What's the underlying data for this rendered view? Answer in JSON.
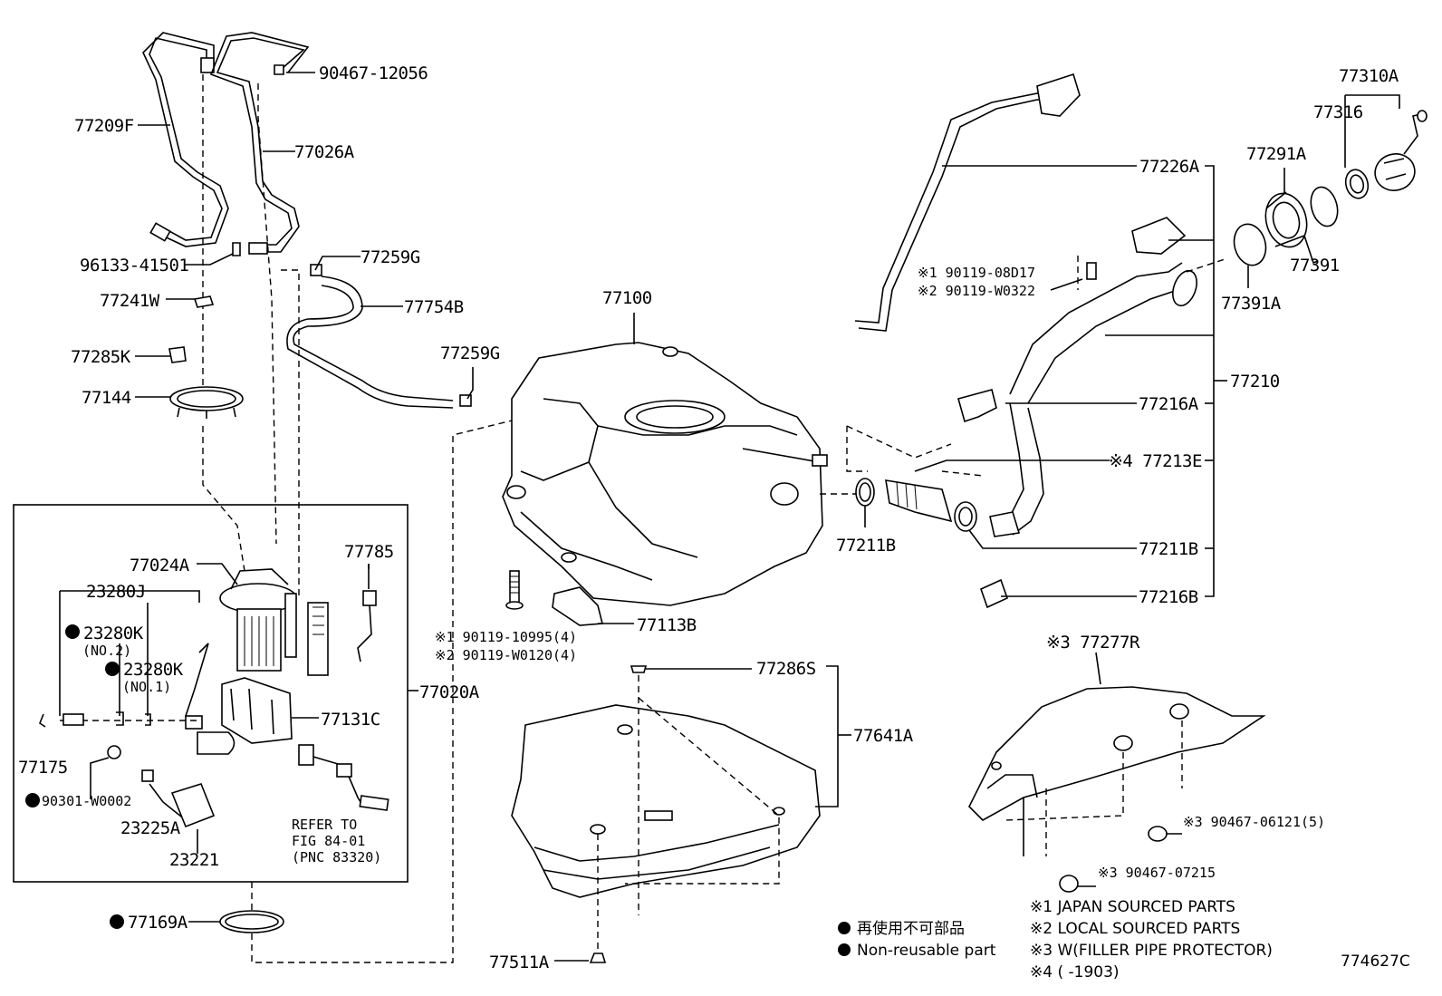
{
  "diagram_code": "774627C",
  "labels": {
    "p90467_12056": "90467-12056",
    "p77209F": "77209F",
    "p77026A": "77026A",
    "p96133_41501": "96133-41501",
    "p77259G_top": "77259G",
    "p77241W": "77241W",
    "p77754B": "77754B",
    "p77285K": "77285K",
    "p77259G_mid": "77259G",
    "p77144": "77144",
    "p77100": "77100",
    "p77024A": "77024A",
    "p77785": "77785",
    "p23280J": "23280J",
    "p23280K_1": "23280K",
    "p_no2": "(NO.2)",
    "p23280K_2": "23280K",
    "p_no1": "(NO.1)",
    "p77020A": "77020A",
    "p77131C": "77131C",
    "p77175": "77175",
    "p90301": "90301-W0002",
    "p23225A": "23225A",
    "p23221": "23221",
    "refer1": "REFER TO",
    "refer2": "FIG 84-01",
    "refer3": "(PNC 83320)",
    "p77169A": "77169A",
    "p90119_10995": "※1 90119-10995(4)",
    "p90119_W0120": "※2 90119-W0120(4)",
    "p77113B": "77113B",
    "p77286S": "77286S",
    "p77641A": "77641A",
    "p77511A": "77511A",
    "p90119_08D17": "※1 90119-08D17",
    "p90119_W0322": "※2 90119-W0322",
    "p77226A": "77226A",
    "p77310A": "77310A",
    "p77316": "77316",
    "p77291A": "77291A",
    "p77391": "77391",
    "p77391A": "77391A",
    "p77210": "77210",
    "p77216A": "77216A",
    "p77213E": "※4 77213E",
    "p77211B_l": "77211B",
    "p77211B_r": "77211B",
    "p77216B": "77216B",
    "p77277R": "※3 77277R",
    "p90467_06121": "※3 90467-06121(5)",
    "p90467_07215": "※3 90467-07215"
  },
  "legend": {
    "jp": "再使用不可部品",
    "en": "Non-reusable part"
  },
  "notes": {
    "n1": "※1 JAPAN SOURCED PARTS",
    "n2": "※2 LOCAL SOURCED PARTS",
    "n3": "※3 W(FILLER PIPE PROTECTOR)",
    "n4": "※4 (     -1903)"
  }
}
